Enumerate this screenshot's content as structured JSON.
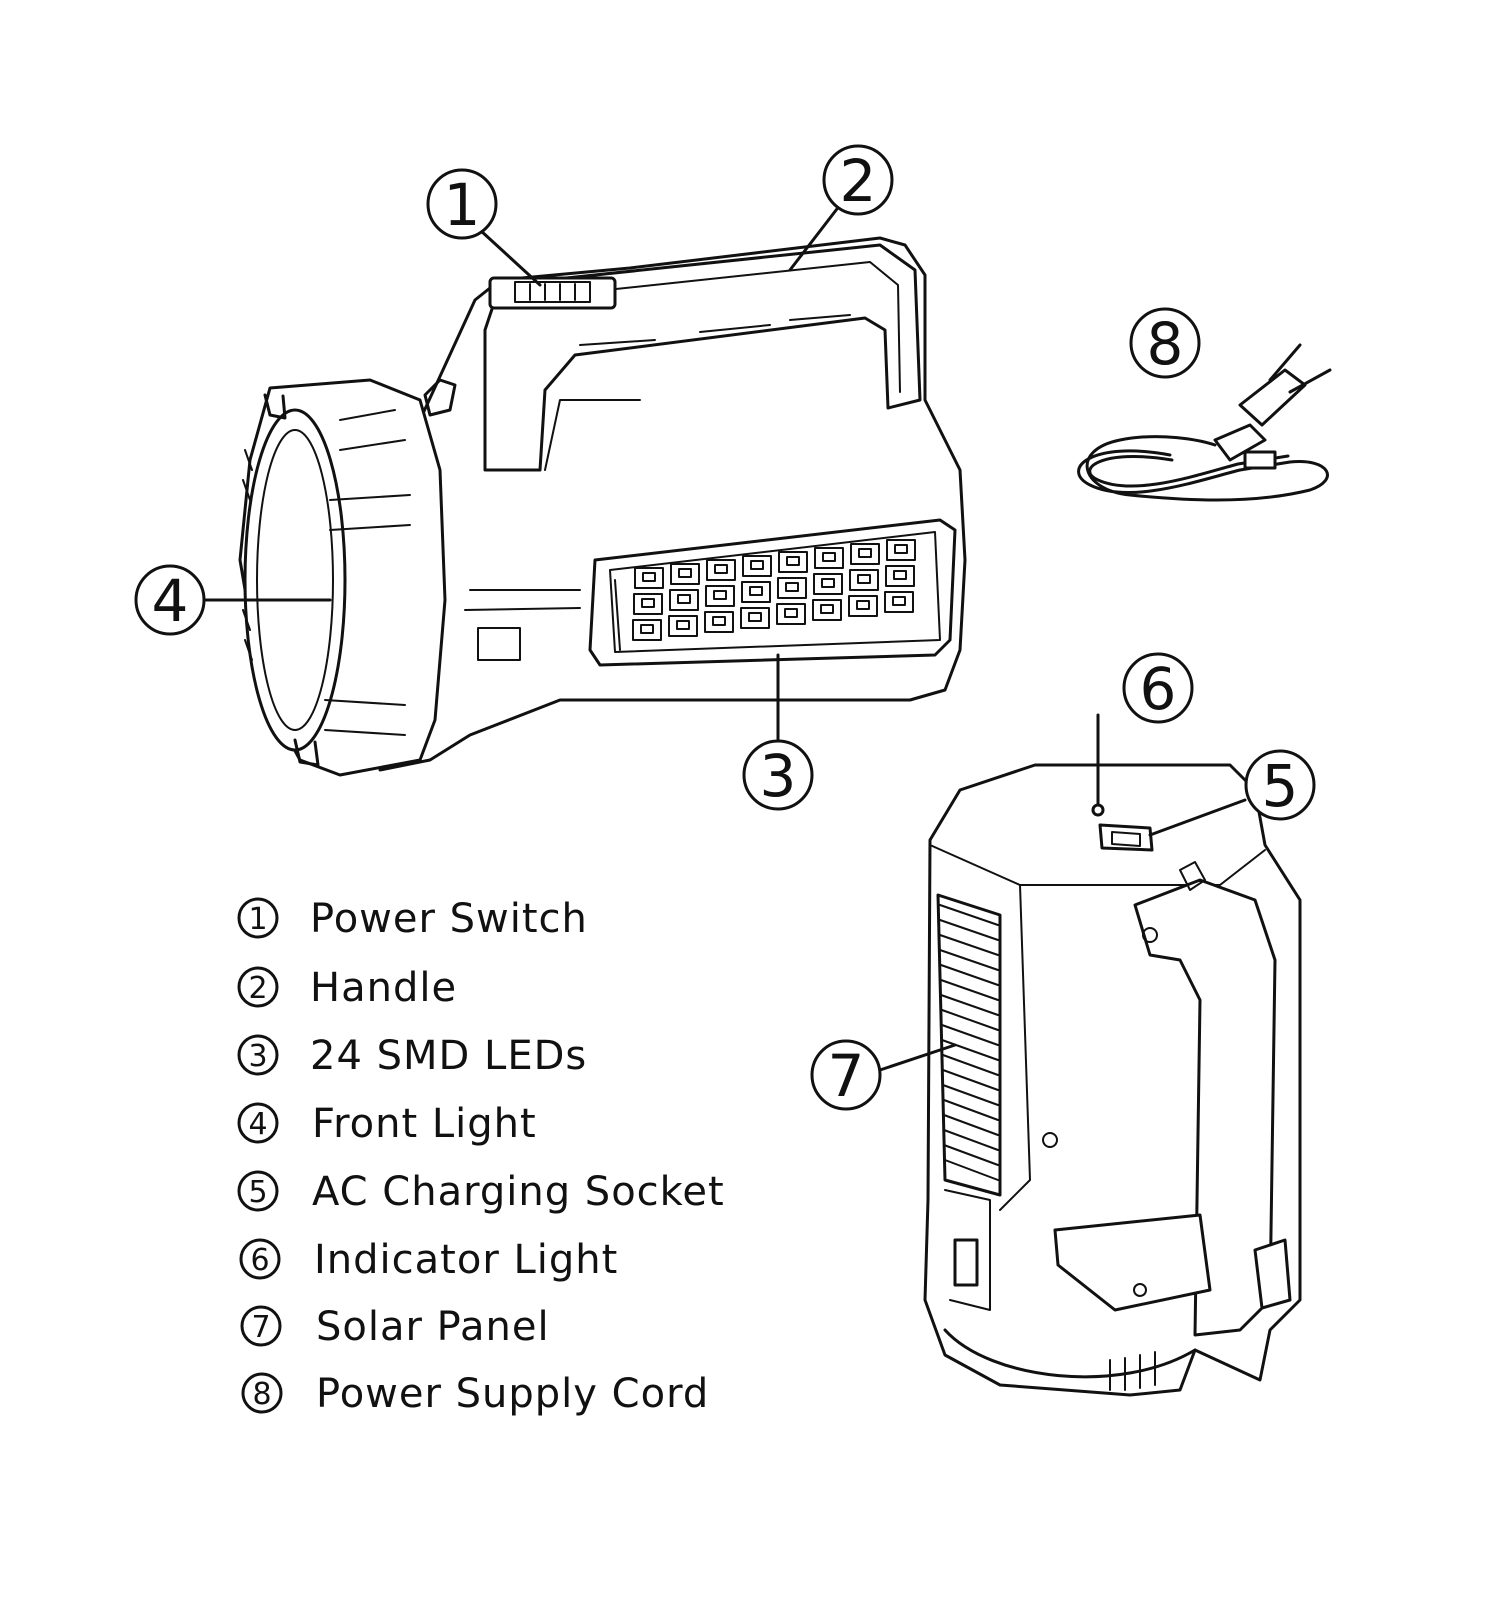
{
  "callouts": [
    {
      "num": "1",
      "target": "power-switch"
    },
    {
      "num": "2",
      "target": "handle"
    },
    {
      "num": "3",
      "target": "smd-led-panel"
    },
    {
      "num": "4",
      "target": "front-light"
    },
    {
      "num": "5",
      "target": "ac-charging-socket"
    },
    {
      "num": "6",
      "target": "indicator-light"
    },
    {
      "num": "7",
      "target": "solar-panel"
    },
    {
      "num": "8",
      "target": "power-supply-cord"
    }
  ],
  "legend": [
    {
      "num": "1",
      "label": "Power Switch"
    },
    {
      "num": "2",
      "label": "Handle"
    },
    {
      "num": "3",
      "label": "24 SMD LEDs"
    },
    {
      "num": "4",
      "label": "Front Light"
    },
    {
      "num": "5",
      "label": "AC Charging Socket"
    },
    {
      "num": "6",
      "label": "Indicator Light"
    },
    {
      "num": "7",
      "label": "Solar Panel"
    },
    {
      "num": "8",
      "label": "Power Supply Cord"
    }
  ]
}
